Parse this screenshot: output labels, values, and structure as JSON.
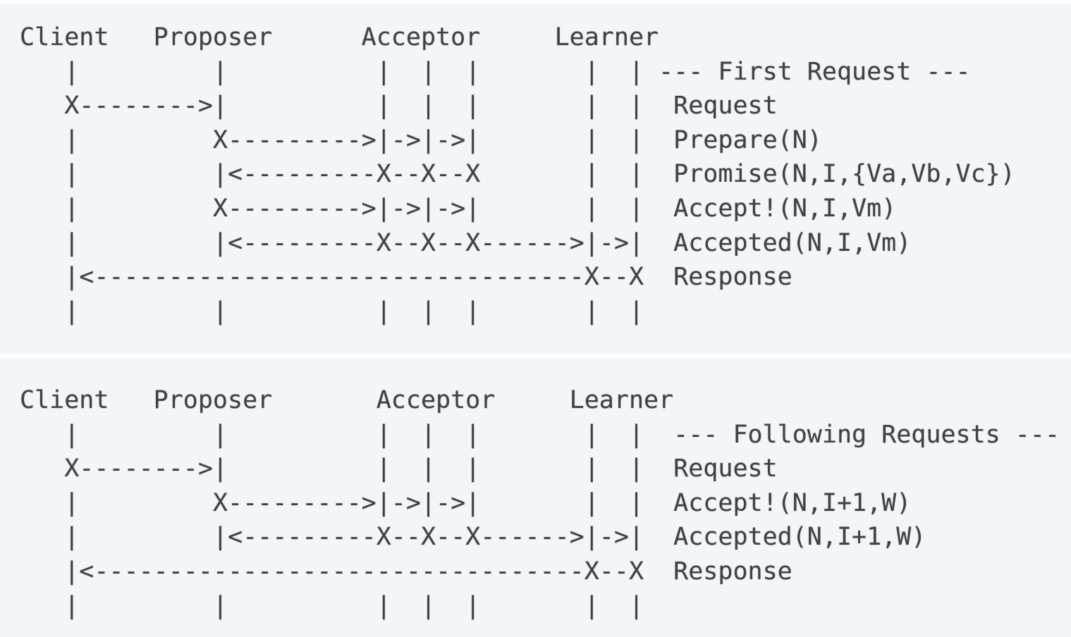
{
  "page": {
    "background": "#ffffff",
    "panel_background": "#f3f6f8",
    "divider_color": "#fbfdfe",
    "text_color": "#3e4349"
  },
  "first_request": {
    "actors": [
      "Client",
      "Proposer",
      "Acceptor",
      "Learner"
    ],
    "section_label": "--- First Request ---",
    "messages": [
      "Request",
      "Prepare(N)",
      "Promise(N,I,{Va,Vb,Vc})",
      "Accept!(N,I,Vm)",
      "Accepted(N,I,Vm)",
      "Response"
    ],
    "lines": [
      "Client   Proposer      Acceptor     Learner",
      "   |         |          |  |  |       |  | --- First Request ---",
      "   X-------->|          |  |  |       |  |  Request",
      "   |         X--------->|->|->|       |  |  Prepare(N)",
      "   |         |<---------X--X--X       |  |  Promise(N,I,{Va,Vb,Vc})",
      "   |         X--------->|->|->|       |  |  Accept!(N,I,Vm)",
      "   |         |<---------X--X--X------>|->|  Accepted(N,I,Vm)",
      "   |<---------------------------------X--X  Response",
      "   |         |          |  |  |       |  |"
    ]
  },
  "following_requests": {
    "actors": [
      "Client",
      "Proposer",
      "Acceptor",
      "Learner"
    ],
    "section_label": "--- Following Requests ---",
    "messages": [
      "Request",
      "Accept!(N,I+1,W)",
      "Accepted(N,I+1,W)",
      "Response"
    ],
    "lines": [
      "Client   Proposer       Acceptor     Learner",
      "   |         |          |  |  |       |  |  --- Following Requests ---",
      "   X-------->|          |  |  |       |  |  Request",
      "   |         X--------->|->|->|       |  |  Accept!(N,I+1,W)",
      "   |         |<---------X--X--X------>|->|  Accepted(N,I+1,W)",
      "   |<---------------------------------X--X  Response",
      "   |         |          |  |  |       |  |"
    ]
  }
}
